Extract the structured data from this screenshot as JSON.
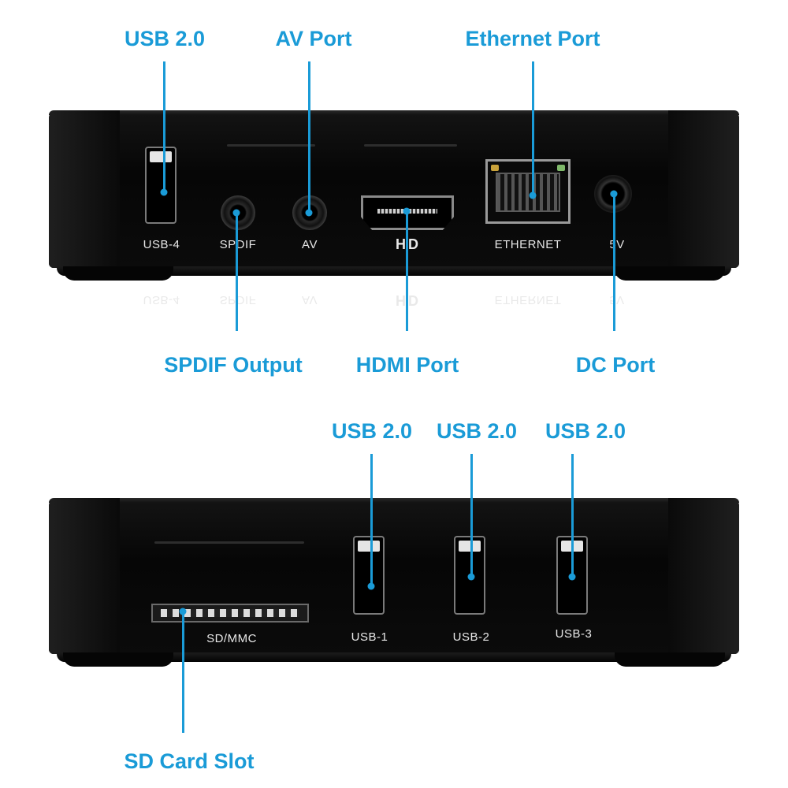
{
  "callouts": {
    "usb4": "USB 2.0",
    "av": "AV Port",
    "ethernet": "Ethernet Port",
    "spdif": "SPDIF Output",
    "hdmi": "HDMI Port",
    "dc": "DC Port",
    "usb1": "USB 2.0",
    "usb2": "USB 2.0",
    "usb3": "USB 2.0",
    "sd": "SD Card Slot"
  },
  "back_panel": {
    "labels": {
      "usb4": "USB-4",
      "spdif": "SPDIF",
      "av": "AV",
      "hd": "HD",
      "ethernet": "ETHERNET",
      "dc": "5V"
    }
  },
  "side_panel": {
    "labels": {
      "sd": "SD/MMC",
      "usb1": "USB-1",
      "usb2": "USB-2",
      "usb3": "USB-3"
    }
  },
  "colors": {
    "accent": "#1a9bd7",
    "device": "#0a0a0a",
    "label": "#e8e8e8"
  }
}
